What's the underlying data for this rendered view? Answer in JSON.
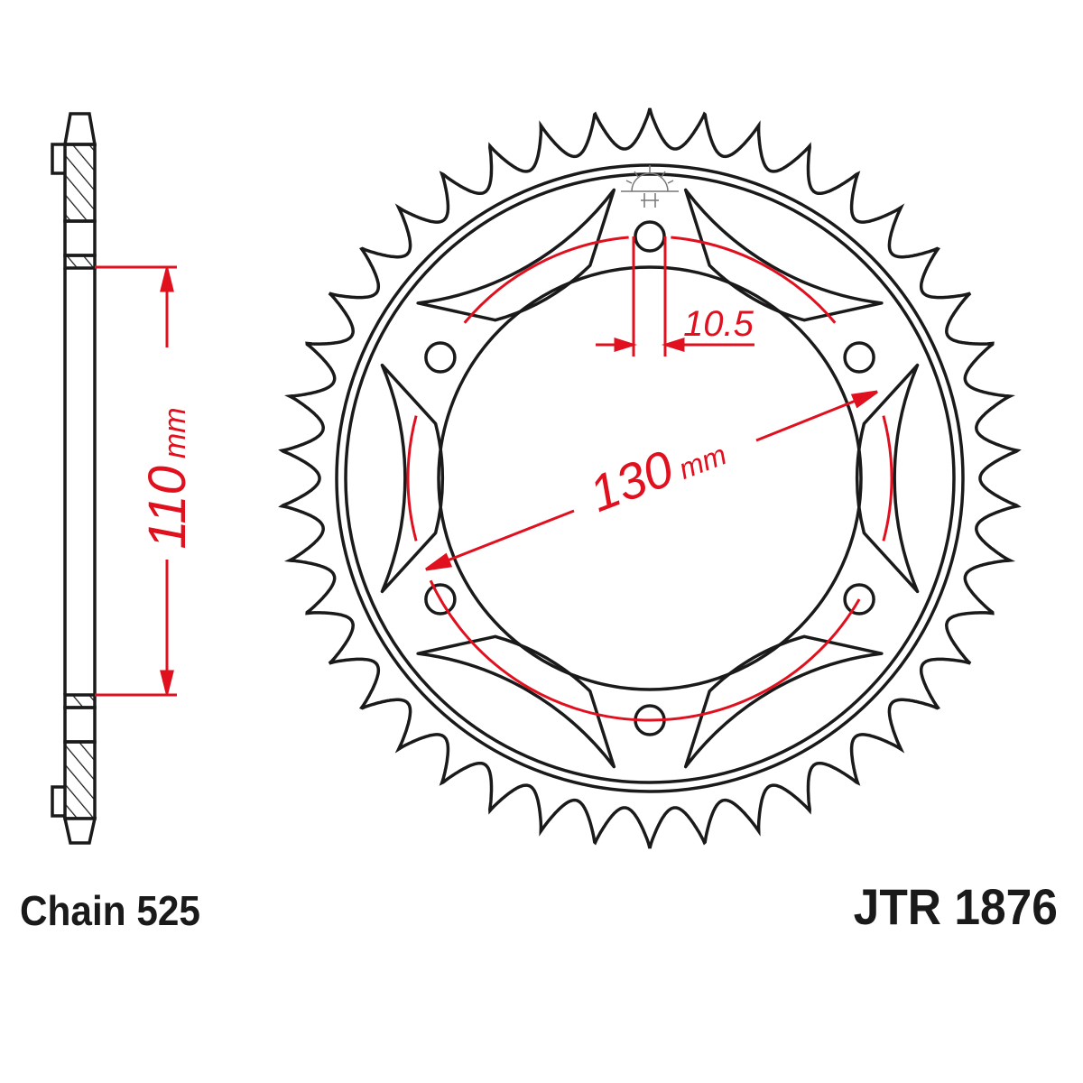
{
  "labels": {
    "chain": "Chain 525",
    "part_number": "JTR 1876"
  },
  "dimensions": {
    "side_height": "110",
    "side_height_unit": "mm",
    "bolt_circle": "130",
    "bolt_circle_unit": "mm",
    "bolt_hole": "10.5"
  },
  "colors": {
    "outline": "#1a1a1a",
    "dimension": "#e0101e"
  }
}
